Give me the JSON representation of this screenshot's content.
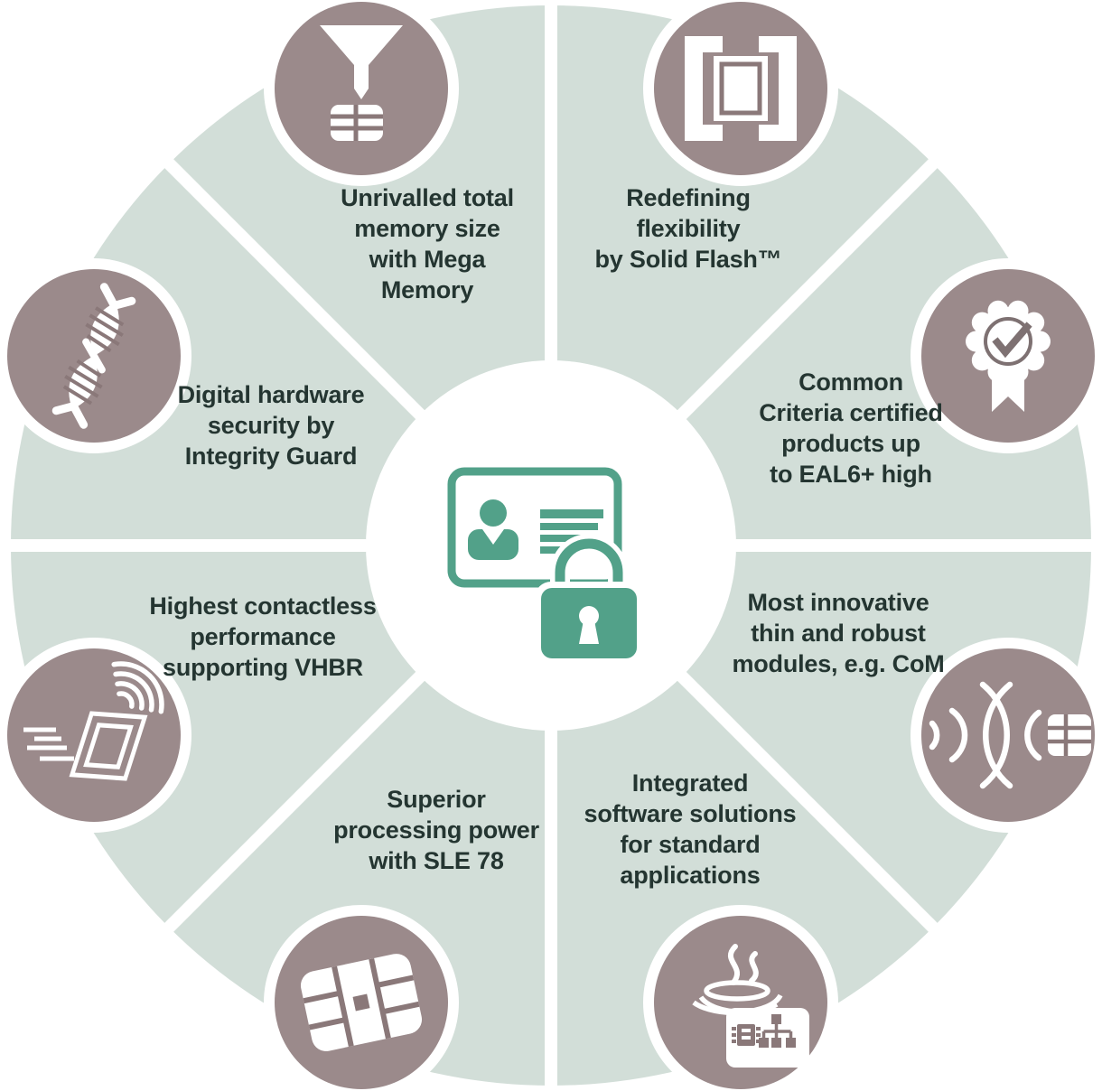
{
  "colors": {
    "background": "#ffffff",
    "wheel_segment": "#d2ded8",
    "icon_circle": "#9b8a8b",
    "icon_detail": "#8a7879",
    "center_icon_green": "#52a189",
    "label_text": "#243531"
  },
  "center": {
    "icon": "id-card-with-lock-icon"
  },
  "segments": [
    {
      "id": "mega-memory",
      "icon": "funnel-into-chip-icon",
      "label": "Unrivalled total\nmemory size\nwith Mega\nMemory"
    },
    {
      "id": "solid-flash",
      "icon": "solid-flash-brackets-icon",
      "label": "Redefining\nflexibility\nby Solid Flash™"
    },
    {
      "id": "common-criteria",
      "icon": "certificate-rosette-icon",
      "label": "Common\nCriteria certified\nproducts up\nto EAL6+ high"
    },
    {
      "id": "com-modules",
      "icon": "contactless-chip-module-icon",
      "label": "Most innovative\nthin and robust\nmodules, e.g. CoM"
    },
    {
      "id": "integrated-software",
      "icon": "java-card-icon",
      "label": "Integrated\nsoftware solutions\nfor standard\napplications"
    },
    {
      "id": "sle78",
      "icon": "smartcard-chip-icon",
      "label": "Superior\nprocessing power\nwith SLE 78"
    },
    {
      "id": "vhbr",
      "icon": "speeding-contactless-card-icon",
      "label": "Highest contactless\nperformance\nsupporting VHBR"
    },
    {
      "id": "integrity-guard",
      "icon": "dna-helix-icon",
      "label": "Digital hardware\nsecurity by\nIntegrity Guard"
    }
  ]
}
